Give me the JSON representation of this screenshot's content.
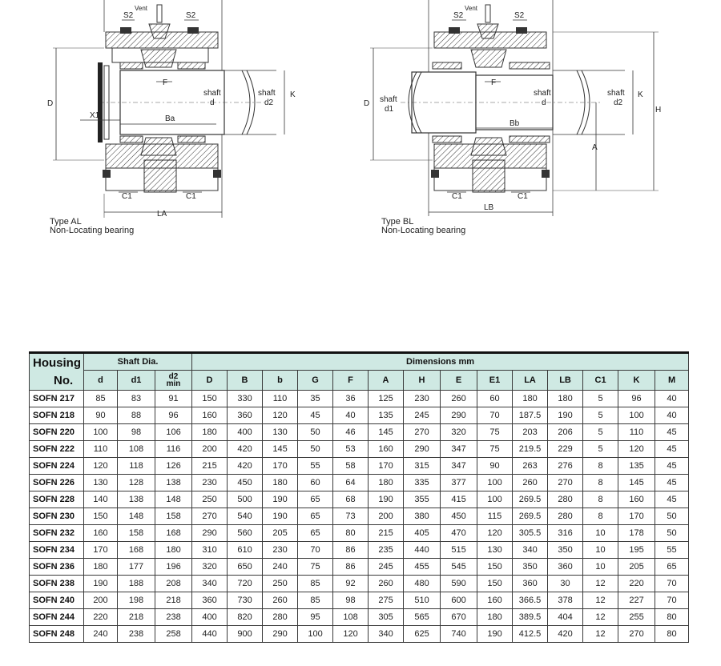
{
  "diagrams": {
    "left": {
      "caption_line1": "Type AL",
      "caption_line2": "Non-Locating bearing",
      "labels": {
        "vent": "Vent",
        "s2_left": "S2",
        "s2_right": "S2",
        "f": "F",
        "shaft_d_1": "shaft",
        "shaft_d_2": "d",
        "shaft_d2_1": "shaft",
        "shaft_d2_2": "d2",
        "k": "K",
        "d_big": "D",
        "x1": "X1",
        "ba": "Ba",
        "c1_left": "C1",
        "c1_right": "C1",
        "la": "LA"
      }
    },
    "right": {
      "caption_line1": "Type BL",
      "caption_line2": "Non-Locating bearing",
      "labels": {
        "vent": "Vent",
        "s2_left": "S2",
        "s2_right": "S2",
        "f": "F",
        "d_big": "D",
        "shaft_d1_1": "shaft",
        "shaft_d1_2": "d1",
        "shaft_d_1": "shaft",
        "shaft_d_2": "d",
        "shaft_d2_1": "shaft",
        "shaft_d2_2": "d2",
        "k": "K",
        "h": "H",
        "bb": "Bb",
        "a": "A",
        "c1_left": "C1",
        "c1_right": "C1",
        "lb": "LB"
      }
    }
  },
  "table": {
    "housing_line1": "Housing",
    "housing_line2": "No.",
    "shaft_group": "Shaft Dia.",
    "dims_group": "Dimensions mm",
    "columns": [
      "d",
      "d1",
      "d2 min",
      "D",
      "B",
      "b",
      "G",
      "F",
      "A",
      "H",
      "E",
      "E1",
      "LA",
      "LB",
      "C1",
      "K",
      "M"
    ],
    "d2_line1": "d2",
    "d2_line2": "min",
    "rows": [
      {
        "model": "SOFN 217",
        "values": [
          "85",
          "83",
          "91",
          "150",
          "330",
          "110",
          "35",
          "36",
          "125",
          "230",
          "260",
          "60",
          "180",
          "180",
          "5",
          "96",
          "40"
        ]
      },
      {
        "model": "SOFN 218",
        "values": [
          "90",
          "88",
          "96",
          "160",
          "360",
          "120",
          "45",
          "40",
          "135",
          "245",
          "290",
          "70",
          "187.5",
          "190",
          "5",
          "100",
          "40"
        ]
      },
      {
        "model": "SOFN 220",
        "values": [
          "100",
          "98",
          "106",
          "180",
          "400",
          "130",
          "50",
          "46",
          "145",
          "270",
          "320",
          "75",
          "203",
          "206",
          "5",
          "110",
          "45"
        ]
      },
      {
        "model": "SOFN 222",
        "values": [
          "110",
          "108",
          "116",
          "200",
          "420",
          "145",
          "50",
          "53",
          "160",
          "290",
          "347",
          "75",
          "219.5",
          "229",
          "5",
          "120",
          "45"
        ]
      },
      {
        "model": "SOFN 224",
        "values": [
          "120",
          "118",
          "126",
          "215",
          "420",
          "170",
          "55",
          "58",
          "170",
          "315",
          "347",
          "90",
          "263",
          "276",
          "8",
          "135",
          "45"
        ]
      },
      {
        "model": "SOFN 226",
        "values": [
          "130",
          "128",
          "138",
          "230",
          "450",
          "180",
          "60",
          "64",
          "180",
          "335",
          "377",
          "100",
          "260",
          "270",
          "8",
          "145",
          "45"
        ]
      },
      {
        "model": "SOFN 228",
        "values": [
          "140",
          "138",
          "148",
          "250",
          "500",
          "190",
          "65",
          "68",
          "190",
          "355",
          "415",
          "100",
          "269.5",
          "280",
          "8",
          "160",
          "45"
        ]
      },
      {
        "model": "SOFN 230",
        "values": [
          "150",
          "148",
          "158",
          "270",
          "540",
          "190",
          "65",
          "73",
          "200",
          "380",
          "450",
          "115",
          "269.5",
          "280",
          "8",
          "170",
          "50"
        ]
      },
      {
        "model": "SOFN 232",
        "values": [
          "160",
          "158",
          "168",
          "290",
          "560",
          "205",
          "65",
          "80",
          "215",
          "405",
          "470",
          "120",
          "305.5",
          "316",
          "10",
          "178",
          "50"
        ]
      },
      {
        "model": "SOFN 234",
        "values": [
          "170",
          "168",
          "180",
          "310",
          "610",
          "230",
          "70",
          "86",
          "235",
          "440",
          "515",
          "130",
          "340",
          "350",
          "10",
          "195",
          "55"
        ]
      },
      {
        "model": "SOFN 236",
        "values": [
          "180",
          "177",
          "196",
          "320",
          "650",
          "240",
          "75",
          "86",
          "245",
          "455",
          "545",
          "150",
          "350",
          "360",
          "10",
          "205",
          "65"
        ]
      },
      {
        "model": "SOFN 238",
        "values": [
          "190",
          "188",
          "208",
          "340",
          "720",
          "250",
          "85",
          "92",
          "260",
          "480",
          "590",
          "150",
          "360",
          "30",
          "12",
          "220",
          "70"
        ]
      },
      {
        "model": "SOFN 240",
        "values": [
          "200",
          "198",
          "218",
          "360",
          "730",
          "260",
          "85",
          "98",
          "275",
          "510",
          "600",
          "160",
          "366.5",
          "378",
          "12",
          "227",
          "70"
        ]
      },
      {
        "model": "SOFN 244",
        "values": [
          "220",
          "218",
          "238",
          "400",
          "820",
          "280",
          "95",
          "108",
          "305",
          "565",
          "670",
          "180",
          "389.5",
          "404",
          "12",
          "255",
          "80"
        ]
      },
      {
        "model": "SOFN 248",
        "values": [
          "240",
          "238",
          "258",
          "440",
          "900",
          "290",
          "100",
          "120",
          "340",
          "625",
          "740",
          "190",
          "412.5",
          "420",
          "12",
          "270",
          "80"
        ]
      }
    ]
  }
}
